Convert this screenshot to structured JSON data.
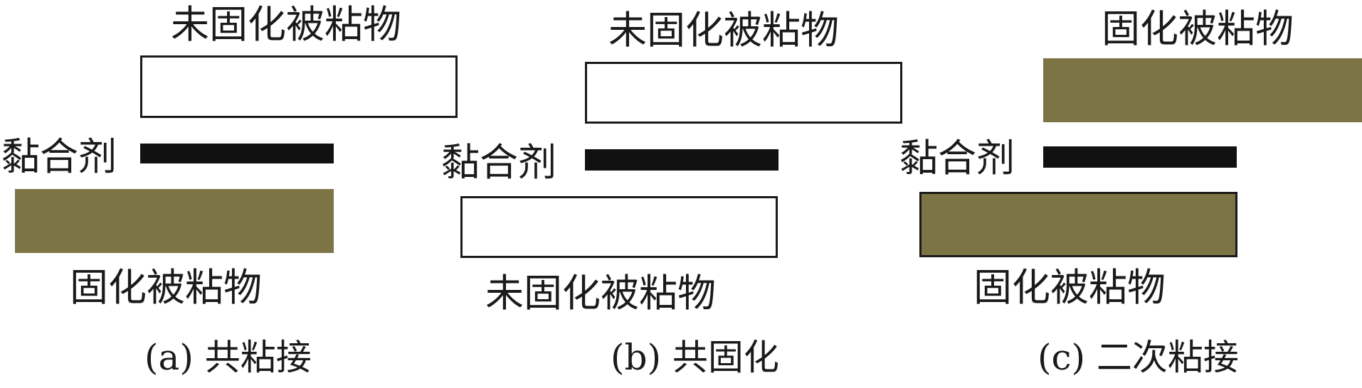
{
  "colors": {
    "cured": "#7d7446",
    "uncured": "#ffffff",
    "adhesive": "#111111",
    "outline": "#1a1a1a"
  },
  "panels": [
    {
      "caption": "(a) 共粘接",
      "top_label": "未固化被粘物",
      "adhesive_label": "黏合剂",
      "bottom_label": "固化被粘物"
    },
    {
      "caption": "(b) 共固化",
      "top_label": "未固化被粘物",
      "adhesive_label": "黏合剂",
      "bottom_label": "未固化被粘物"
    },
    {
      "caption": "(c) 二次粘接",
      "top_label": "固化被粘物",
      "adhesive_label": "黏合剂",
      "bottom_label": "固化被粘物"
    }
  ]
}
